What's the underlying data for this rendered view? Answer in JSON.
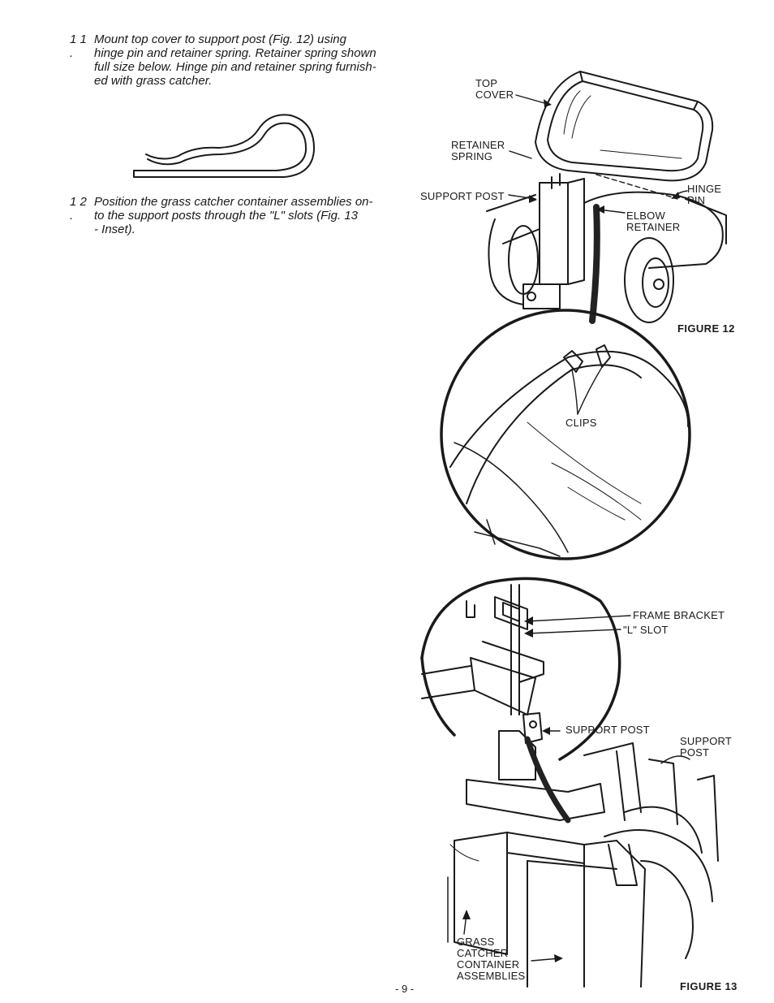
{
  "steps": [
    {
      "number": "1 1 .",
      "lines": [
        "Mount top cover to support post (Fig. 12) using",
        "hinge pin and retainer spring. Retainer spring shown",
        "full size below. Hinge pin and retainer spring furnish-",
        "ed with grass catcher."
      ]
    },
    {
      "number": "1 2 .",
      "lines": [
        "Position the grass catcher container assemblies on-",
        "to the support posts through the \"L\" slots (Fig. 13",
        "- Inset)."
      ]
    }
  ],
  "figure12": {
    "caption": "FIGURE 12",
    "labels": {
      "top_cover": [
        "TOP",
        "COVER"
      ],
      "retainer_spring": [
        "RETAINER",
        "SPRING"
      ],
      "support_post": "SUPPORT POST",
      "hinge_pin": [
        "HINGE",
        "PIN"
      ],
      "elbow_retainer": [
        "ELBOW",
        "RETAINER"
      ],
      "clips": "CLIPS"
    }
  },
  "figure13": {
    "caption": "FIGURE 13",
    "labels": {
      "frame_bracket": "FRAME BRACKET",
      "l_slot": "\"L\" SLOT",
      "support_post_inset": "SUPPORT POST",
      "support_post_right": [
        "SUPPORT",
        "POST"
      ],
      "grass_catcher": [
        "GRASS",
        "CATCHER",
        "CONTAINER",
        "ASSEMBLIES"
      ]
    }
  },
  "page_number": "- 9 -"
}
